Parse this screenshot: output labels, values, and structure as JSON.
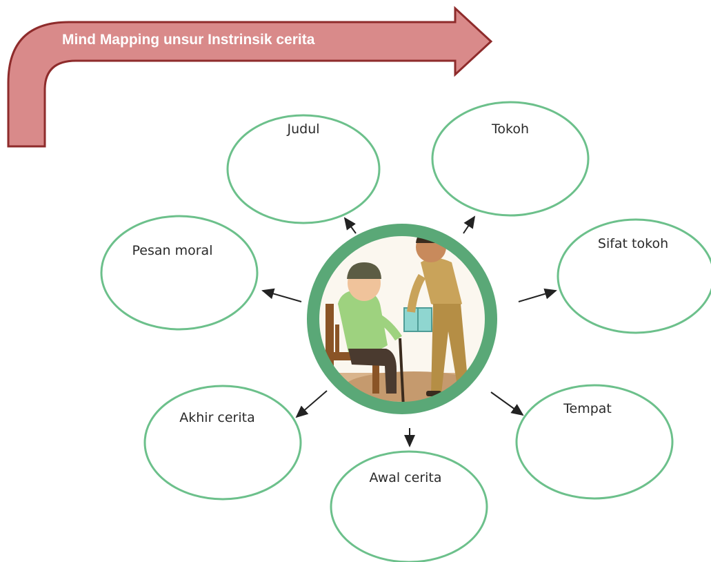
{
  "banner": {
    "title": "Mind Mapping unsur Instrinsik cerita"
  },
  "colors": {
    "banner_fill": "#d98a8a",
    "banner_stroke": "#8e2b2b",
    "ellipse_stroke": "#6cc08b",
    "ring": "#5aa877"
  },
  "center": {
    "picture": "illustration-old-man-receiving-gift"
  },
  "nodes": [
    {
      "id": "judul",
      "label": "Judul"
    },
    {
      "id": "tokoh",
      "label": "Tokoh"
    },
    {
      "id": "sifat-tokoh",
      "label": "Sifat tokoh"
    },
    {
      "id": "tempat",
      "label": "Tempat"
    },
    {
      "id": "awal-cerita",
      "label": "Awal cerita"
    },
    {
      "id": "akhir-cerita",
      "label": "Akhir cerita"
    },
    {
      "id": "pesan-moral",
      "label": "Pesan moral"
    }
  ]
}
